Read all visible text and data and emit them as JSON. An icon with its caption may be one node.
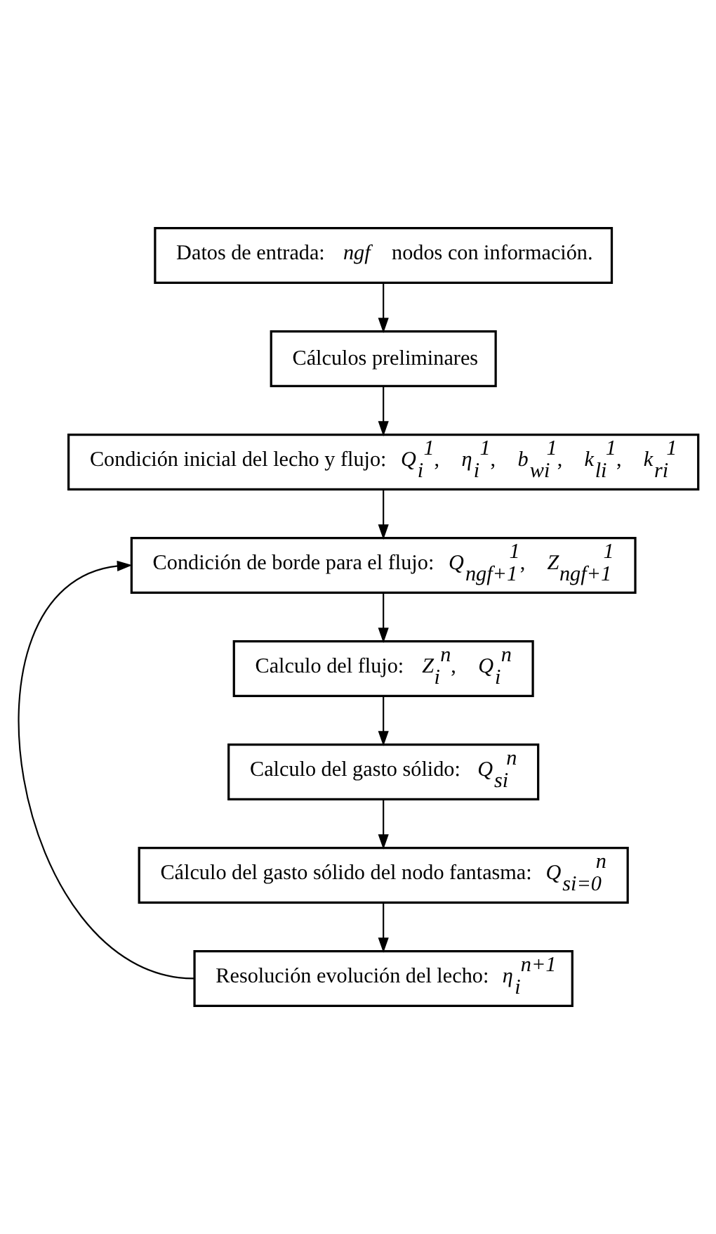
{
  "diagram": {
    "nodes": [
      {
        "text": [
          "Datos de entrada: *ngf* nodos con información."
        ]
      },
      {
        "text": [
          "Cálculos preliminares"
        ]
      },
      {
        "text": [
          "Condición inicial del lecho y flujo: *Q*$_{i}$$^{1}$, *η*$_{i}$$^{1}$, *b*$_{wi}$$^{1}$, *k*$_{li}$$^{1}$, *k*$_{ri}$$^{1}$"
        ]
      },
      {
        "text": [
          "Condición de borde para el flujo: *Q*$_{ngf+1}$$^{1}$, *Z*$_{ngf+1}$$^{1}$"
        ]
      },
      {
        "text": [
          "Calculo del flujo: *Z*$_{i}$$^{n}$, *Q*$_{i}$$^{n}$"
        ]
      },
      {
        "text": [
          "Calculo del gasto sólido: *Q*$_{si}$$^{n}$"
        ]
      },
      {
        "text": [
          "Cálculo del gasto sólido del nodo fantasma: *Q*$_{si=0}$$^{n}$"
        ]
      },
      {
        "text": [
          "Resolución evolución del lecho: *η*$_{i}$$^{n+1}$"
        ]
      }
    ],
    "edges": [
      {
        "from": 0,
        "to": 1,
        "arrow": "to"
      },
      {
        "from": 1,
        "to": 2,
        "arrow": "to"
      },
      {
        "from": 2,
        "to": 3,
        "arrow": "to"
      },
      {
        "from": 3,
        "to": 4,
        "arrow": "to"
      },
      {
        "from": 4,
        "to": 5,
        "arrow": "to"
      },
      {
        "from": 5,
        "to": 6,
        "arrow": "to"
      },
      {
        "from": 6,
        "to": 7,
        "arrow": "to"
      },
      {
        "from": 7,
        "to": 3,
        "arrow": "to"
      }
    ]
  }
}
